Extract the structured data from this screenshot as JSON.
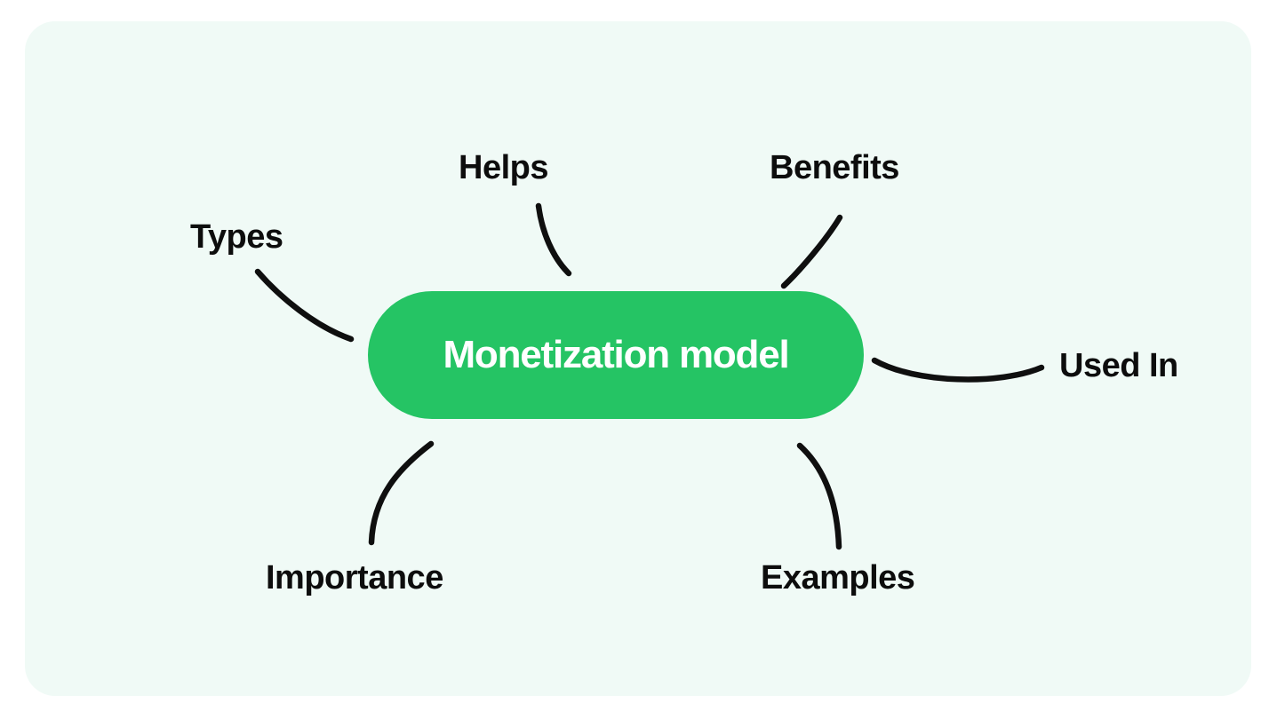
{
  "page": {
    "background_color": "#ffffff",
    "card_background_color": "#f0faf6"
  },
  "mindmap": {
    "center": {
      "label": "Monetization model",
      "fill_color": "#25c464",
      "text_color": "#ffffff"
    },
    "line_color": "#0f0f0f",
    "branches": [
      {
        "label": "Types",
        "position": "upper-left",
        "connects_to": "center"
      },
      {
        "label": "Helps",
        "position": "top-left",
        "connects_to": "center"
      },
      {
        "label": "Benefits",
        "position": "top-right",
        "connects_to": "center"
      },
      {
        "label": "Used In",
        "position": "right",
        "connects_to": "center"
      },
      {
        "label": "Importance",
        "position": "bottom-left",
        "connects_to": "center"
      },
      {
        "label": "Examples",
        "position": "bottom-right",
        "connects_to": "center"
      }
    ]
  }
}
